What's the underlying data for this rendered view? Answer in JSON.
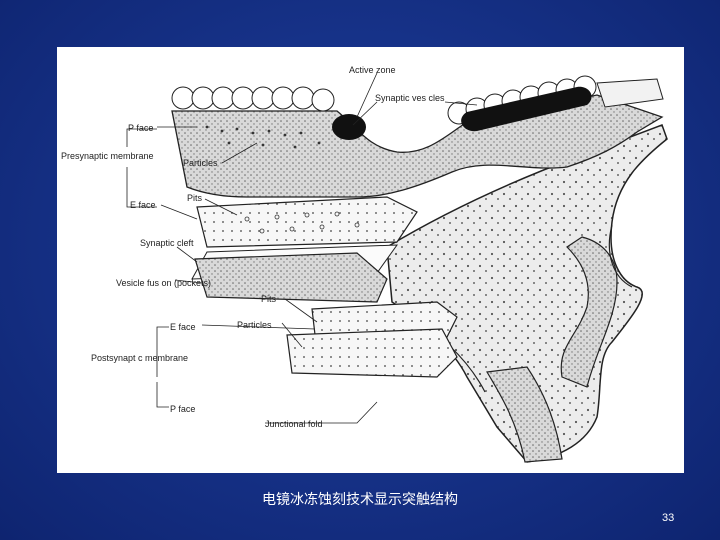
{
  "slide": {
    "caption": "电镜冰冻蚀刻技术显示突触结构",
    "page_number": "33",
    "background_color": "#17338a"
  },
  "diagram": {
    "labels": {
      "active_zone": "Active zone",
      "synaptic_vesicles": "Synaptic ves cles",
      "p_face_top": "P face",
      "presynaptic_membrane": "Presynaptic membrane",
      "particles_top": "Particles",
      "pits_top": "Pits",
      "e_face_top": "E face",
      "synaptic_cleft": "Synaptic cleft",
      "vesicle_fusion": "Vesicle fus on (pockets)",
      "pits_bottom": "Pits",
      "e_face_bottom": "E face",
      "particles_bottom": "Particles",
      "postsynaptic_membrane": "Postsynapt c membrane",
      "p_face_bottom": "P face",
      "junctional_fold": "Junctional fold"
    }
  }
}
